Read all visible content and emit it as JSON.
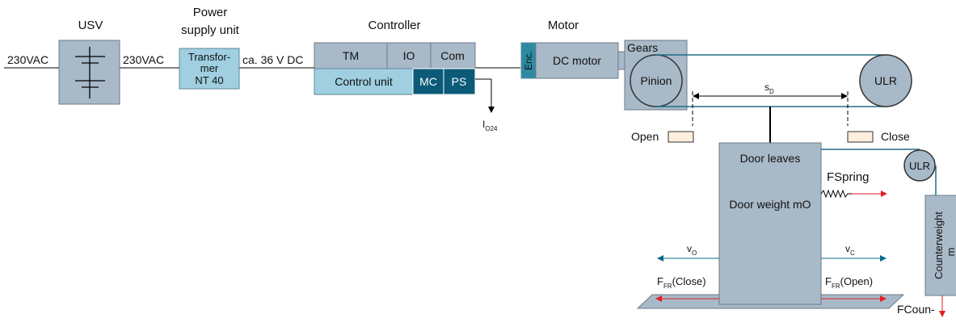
{
  "labels": {
    "usv": "USV",
    "psu_title_1": "Power",
    "psu_title_2": "supply unit",
    "controller": "Controller",
    "motor": "Motor",
    "input_230_left": "230VAC",
    "input_230_mid": "230VAC",
    "transformer_1": "Transfor-",
    "transformer_2": "mer",
    "transformer_3": "NT 40",
    "dc_voltage": "ca. 36 V DC",
    "tm": "TM",
    "io": "IO",
    "com": "Com",
    "control_unit": "Control unit",
    "mc": "MC",
    "ps": "PS",
    "io24_main": "I",
    "io24_sub": "O24",
    "enc": "Enc.",
    "dc_motor": "DC motor",
    "gears": "Gears",
    "pinion": "Pinion",
    "ulr_top": "ULR",
    "sd_main": "s",
    "sd_sub": "D",
    "open": "Open",
    "close": "Close",
    "door_leaves": "Door leaves",
    "door_weight": "Door weight mO",
    "fspring": "FSpring",
    "ulr_small": "ULR",
    "counterweight": "Counterweight",
    "counterweight_m": "m",
    "vo_main": "v",
    "vo_sub": "O",
    "vc_main": "v",
    "vc_sub": "C",
    "ffr_close_main": "F",
    "ffr_close_sub": "FR",
    "ffr_close_tail": "(Close)",
    "ffr_open_main": "F",
    "ffr_open_sub": "FR",
    "ffr_open_tail": "(Open)",
    "fcounter": "FCoun-"
  },
  "colors": {
    "box_dark": "#a8b9c8",
    "box_light": "#9fcfe0",
    "box_teal": "#0b5a78",
    "marker_fill": "#fdeede",
    "arrow_red": "#e31e24",
    "arrow_teal": "#0b6a8a"
  }
}
